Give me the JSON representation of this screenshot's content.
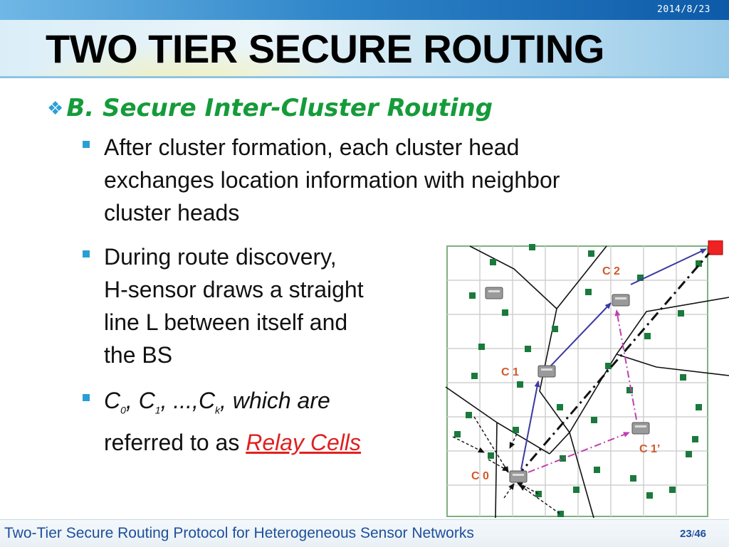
{
  "header": {
    "date": "2014/8/23"
  },
  "slide": {
    "title": "TWO TIER SECURE ROUTING",
    "subheading": "B. Secure Inter-Cluster Routing",
    "bullets": [
      {
        "lines": [
          "After cluster formation, each cluster head",
          "exchanges location information with neighbor",
          "cluster heads"
        ]
      },
      {
        "lines": [
          "During route discovery,",
          "H-sensor draws a straight",
          "line L between itself and",
          "the BS"
        ]
      }
    ],
    "bullet3": {
      "c": "C",
      "s0": "0",
      "s1": "1",
      "sk": "k",
      "sep1": ", ",
      "sep2": ", ...,",
      "tail": ", which are",
      "line2_prefix": "referred to as ",
      "relay": "Relay Cells"
    }
  },
  "diagram": {
    "labels": {
      "c0": "C 0",
      "c1": "C 1",
      "c1p": "C 1’",
      "c2": "C 2"
    },
    "colors": {
      "grid": "#d0d0d0",
      "sensor": "#1a7a3c",
      "bs": "#ee2222",
      "arrow_blue": "#3a3aa0",
      "arrow_magenta": "#c040b0",
      "label": "#d05a2a"
    }
  },
  "footer": {
    "text": "Two-Tier Secure Routing Protocol for Heterogeneous Sensor Networks",
    "page": "23",
    "total": "46"
  }
}
